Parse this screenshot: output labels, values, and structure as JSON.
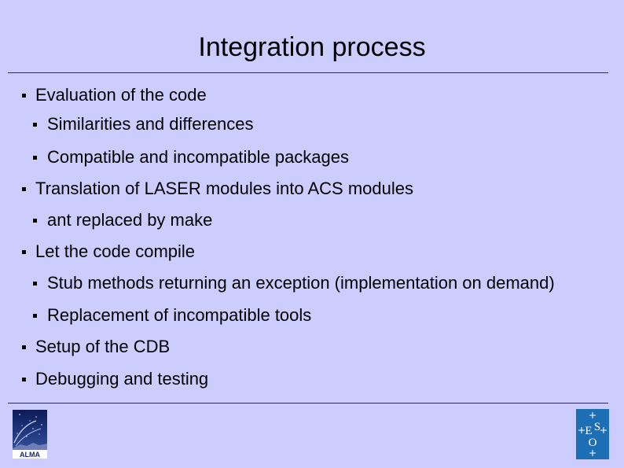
{
  "slide": {
    "title": "Integration process",
    "bullets": [
      {
        "text": "Evaluation of the code",
        "level": 1
      },
      {
        "text": "Similarities and differences",
        "level": 2
      },
      {
        "text": "Compatible and incompatible packages",
        "level": 2
      },
      {
        "text": "Translation of LASER modules into ACS modules",
        "level": 1
      },
      {
        "text": "ant replaced by make",
        "level": 2
      },
      {
        "text": "Let the code compile",
        "level": 1
      },
      {
        "text": "Stub methods returning an exception (implementation on demand)",
        "level": 2
      },
      {
        "text": "Replacement of incompatible tools",
        "level": 2
      },
      {
        "text": "Setup of the CDB",
        "level": 1
      },
      {
        "text": "Debugging and testing",
        "level": 1
      }
    ]
  },
  "logos": {
    "alma_label": "ALMA",
    "eso_letters": [
      "E",
      "S",
      "O"
    ]
  },
  "colors": {
    "background": "#ccccff",
    "rule": "#2a2a6a",
    "eso_blue": "#1d6fb5",
    "alma_navy": "#1a2a6e"
  }
}
